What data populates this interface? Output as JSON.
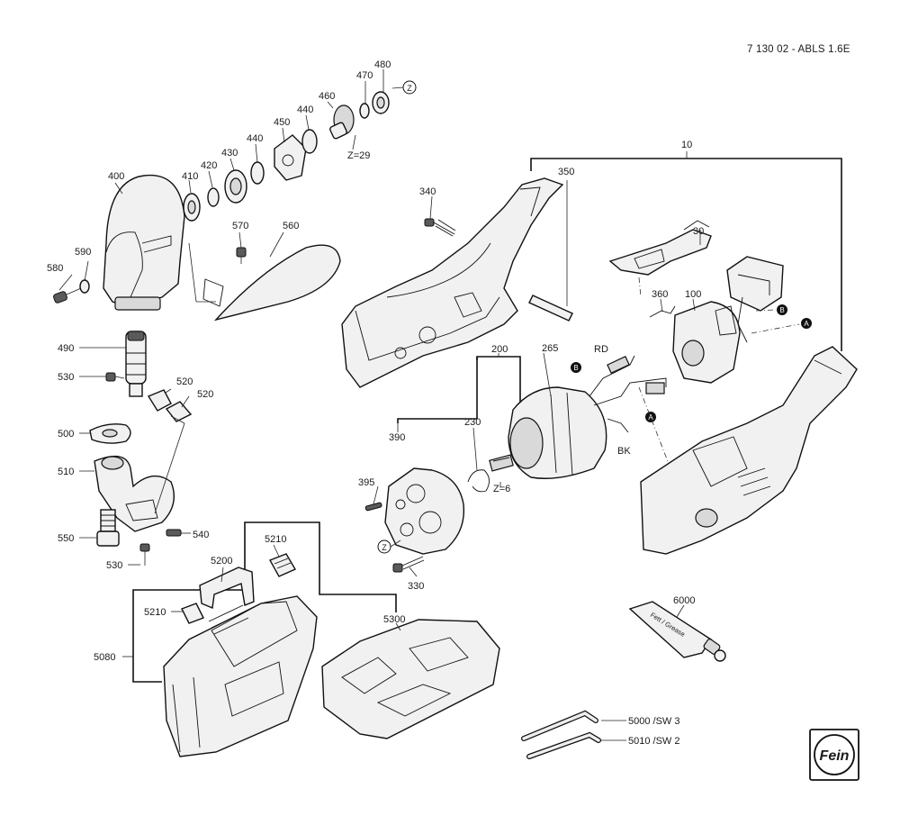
{
  "header": {
    "doc_id": "7 130 02 - ABLS 1.6E"
  },
  "brand": {
    "logo_text": "Fein"
  },
  "tube_label": "Fett / Grease",
  "markers": {
    "z": "Z",
    "a": "A",
    "b": "B"
  },
  "callouts": {
    "p10": "10",
    "p30": "30",
    "p100": "100",
    "p200": "200",
    "p230": "230",
    "p265": "265",
    "p330": "330",
    "p340": "340",
    "p350": "350",
    "p360": "360",
    "p390": "390",
    "p395": "395",
    "p400": "400",
    "p410": "410",
    "p420": "420",
    "p430": "430",
    "p440a": "440",
    "p440b": "440",
    "p450": "450",
    "p460": "460",
    "p470": "470",
    "p480": "480",
    "p490": "490",
    "p500": "500",
    "p510": "510",
    "p520a": "520",
    "p520b": "520",
    "p530a": "530",
    "p530b": "530",
    "p540": "540",
    "p550": "550",
    "p560": "560",
    "p570": "570",
    "p580": "580",
    "p590": "590",
    "p5000": "5000 /SW 3",
    "p5010": "5010 /SW 2",
    "p5080": "5080",
    "p5200": "5200",
    "p5210a": "5210",
    "p5210b": "5210",
    "p5300": "5300",
    "p6000": "6000",
    "z29": "Z=29",
    "z6": "Z=6",
    "rd": "RD",
    "bk": "BK"
  }
}
